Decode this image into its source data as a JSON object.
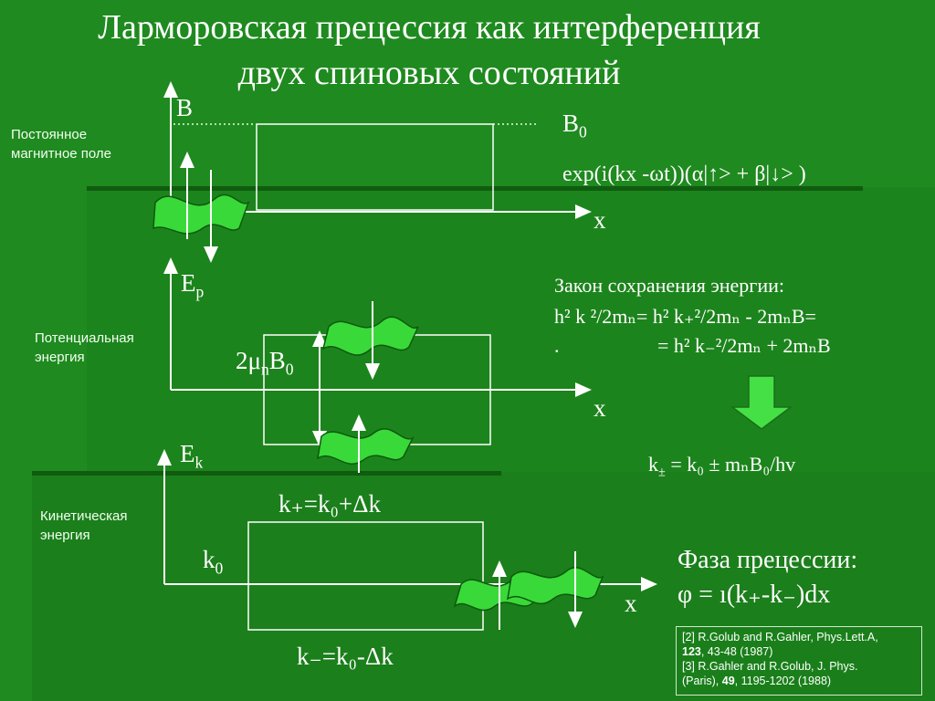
{
  "title": {
    "line1": "Ларморовская прецессия как интерференция",
    "line2": "двух спиновых состояний"
  },
  "section1": {
    "label_line1": "Постоянное",
    "label_line2": "магнитное поле",
    "axis_y": "B",
    "b0_main": "B",
    "b0_sub": "0",
    "exp_main": "exp(i(kx -ωt))(α|↑> + β|↓> )",
    "axis_x": "x"
  },
  "section2": {
    "label_line1": "Потенциальная",
    "label_line2": "энергия",
    "axis_y_main": "E",
    "axis_y_sub": "p",
    "gap_main1": "2μ",
    "gap_sub": "n",
    "gap_main2": "B",
    "gap_sub2": "0",
    "axis_x": "x"
  },
  "conservation": {
    "heading": "Закон сохранения энергии:",
    "eq1": "h² k ²/2mₙ= h² k₊²/2mₙ - 2mₙB=",
    "eq2_dot": ".",
    "eq2": "= h² k₋²/2mₙ + 2mₙB",
    "result_k": "k",
    "result_pm": "±",
    "result_rest": " = k₀ ± mₙB₀/hv"
  },
  "section3": {
    "label_line1": "Кинетическая",
    "label_line2": "энергия",
    "axis_y_main": "E",
    "axis_y_sub": "k",
    "kplus_eq": "k₊=k₀+Δk",
    "k0_main": "k",
    "k0_sub": "0",
    "kminus_eq": "k₋=k₀-Δk",
    "axis_x": "x"
  },
  "phase": {
    "heading": "Фаза прецессии:",
    "formula": "φ = ı(k₊-k₋)dx"
  },
  "references": {
    "line1": "[2] R.Golub and R.Gahler, Phys.Lett.A,",
    "line2_bold": "123",
    "line2_rest": ", 43-48 (1987)",
    "line3": "[3] R.Gahler and R.Golub, J. Phys.",
    "line4_a": "(Paris),  ",
    "line4_bold": "49",
    "line4_rest": ", 1195-1202 (1988)"
  },
  "colors": {
    "background": "#1f8a1f",
    "dark_band": "#166e16",
    "wave_fill": "#3ad93a",
    "wave_stroke": "#0d5a0d",
    "arrow_fill": "#45e045"
  }
}
